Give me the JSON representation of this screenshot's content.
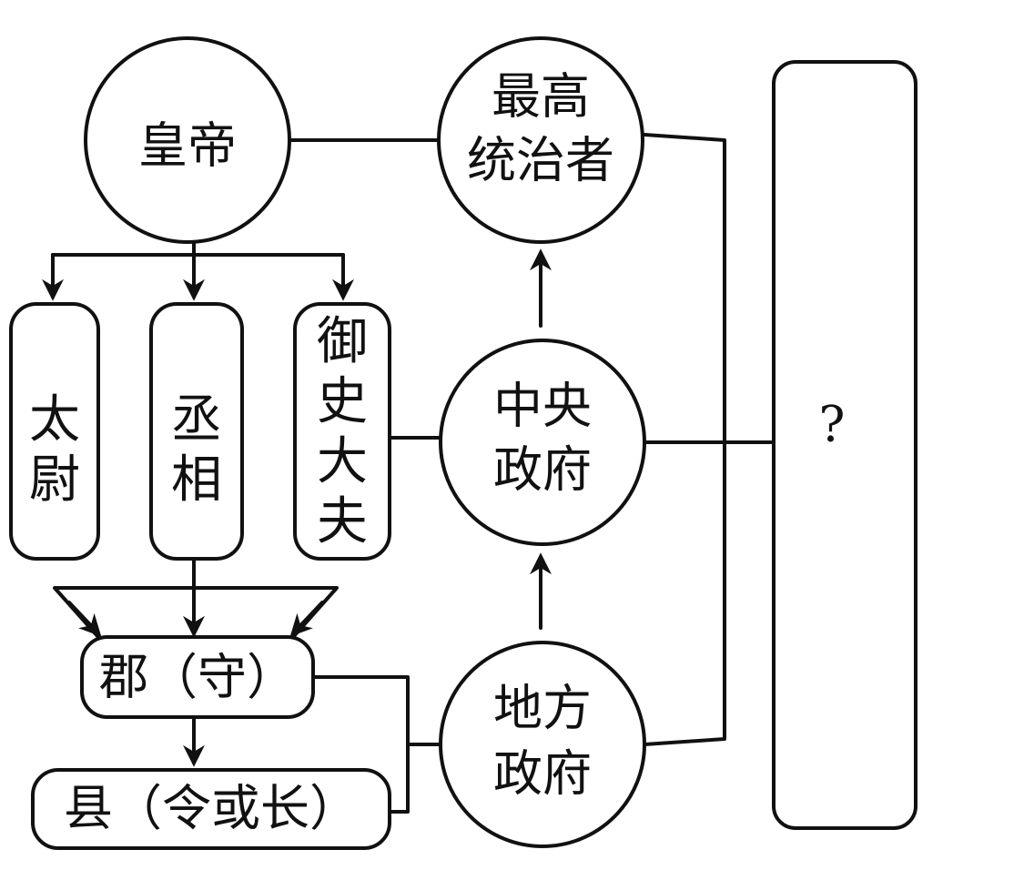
{
  "nodes": {
    "emperor": "皇帝",
    "supreme_ruler_line1": "最高",
    "supreme_ruler_line2": "统治者",
    "taiwei": "太尉",
    "chengxiang": "丞相",
    "yushi_dafu": "御史大夫",
    "central_gov_line1": "中央",
    "central_gov_line2": "政府",
    "local_gov_line1": "地方",
    "local_gov_line2": "政府",
    "commandery": "郡（守）",
    "county": "县（令或长）",
    "unknown_box": "?"
  },
  "colors": {
    "stroke": "#111111",
    "fill": "#ffffff",
    "text": "#111111"
  }
}
